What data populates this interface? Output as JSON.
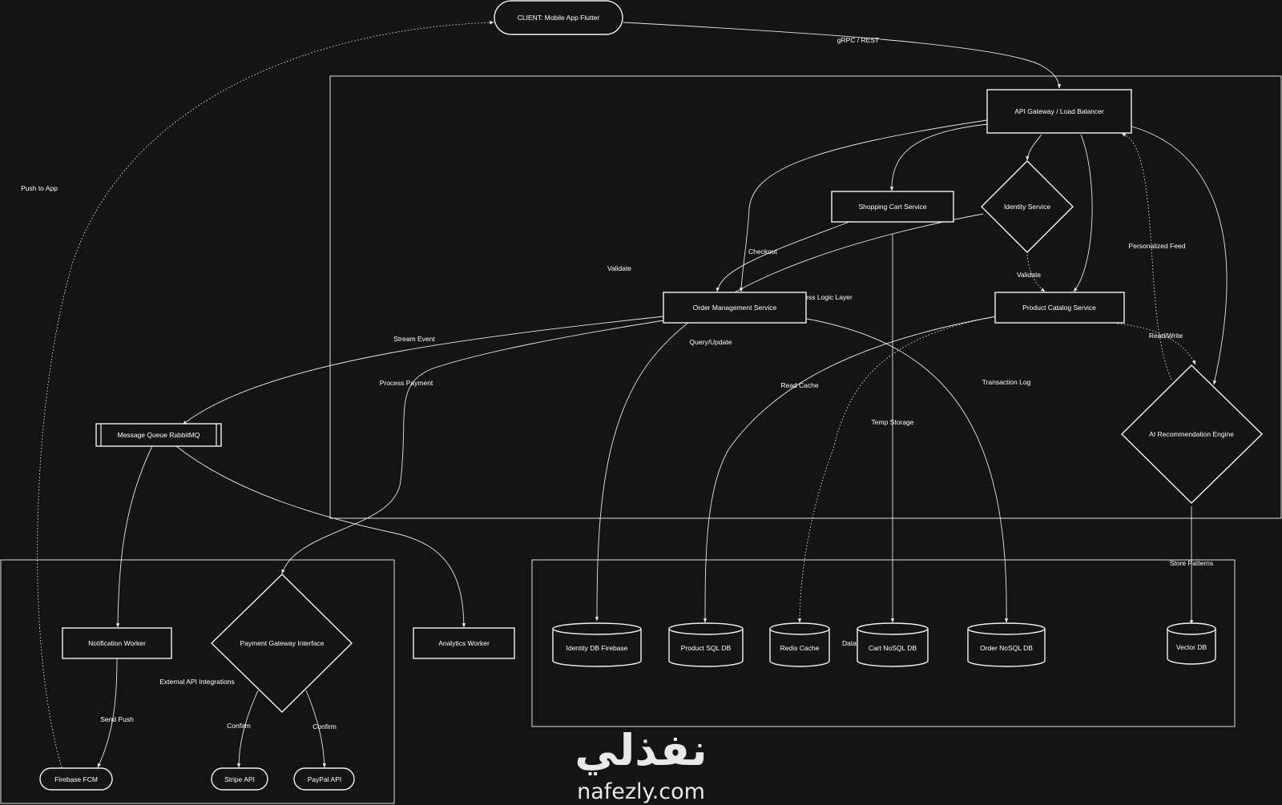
{
  "clusters": {
    "logic_layer": "Business Logic Layer",
    "external": "External API Integrations",
    "data": "Data"
  },
  "nodes": {
    "client": "CLIENT: Mobile App Flutter",
    "gateway": "API Gateway / Load Balancer",
    "cart": "Shopping Cart Service",
    "identity": "Identity Service",
    "order": "Order Management Service",
    "catalog": "Product Catalog Service",
    "ai": "AI Recommendation Engine",
    "mq": "Message Queue RabbitMQ",
    "notification": "Notification Worker",
    "payment": "Payment Gateway Interface",
    "analytics": "Analytics Worker",
    "fcm": "Firebase FCM",
    "stripe": "Stripe API",
    "paypal": "PayPal API",
    "identity_db": "Identity DB Firebase",
    "product_db": "Product SQL DB",
    "redis": "Redis Cache",
    "cart_db": "Cart NoSQL DB",
    "order_db": "Order NoSQL DB",
    "vector_db": "Vector DB"
  },
  "edges": {
    "grpc": "gRPC / REST",
    "push_app": "Push to App",
    "validate_a": "Validate",
    "validate_b": "Validate",
    "checkout": "Checkout",
    "personalized": "Personalized Feed",
    "stream": "Stream Event",
    "process_payment": "Process Payment",
    "query": "Query/Update",
    "read_cache": "Read Cache",
    "temp": "Temp Storage",
    "txlog": "Transaction Log",
    "readwrite": "Read/Write",
    "store_patterns": "Store Patterns",
    "send_push": "Send Push",
    "confirm_a": "Confirm",
    "confirm_b": "Confirm"
  },
  "watermark": {
    "arabic": "نفذلي",
    "latin": "nafezly.com"
  }
}
